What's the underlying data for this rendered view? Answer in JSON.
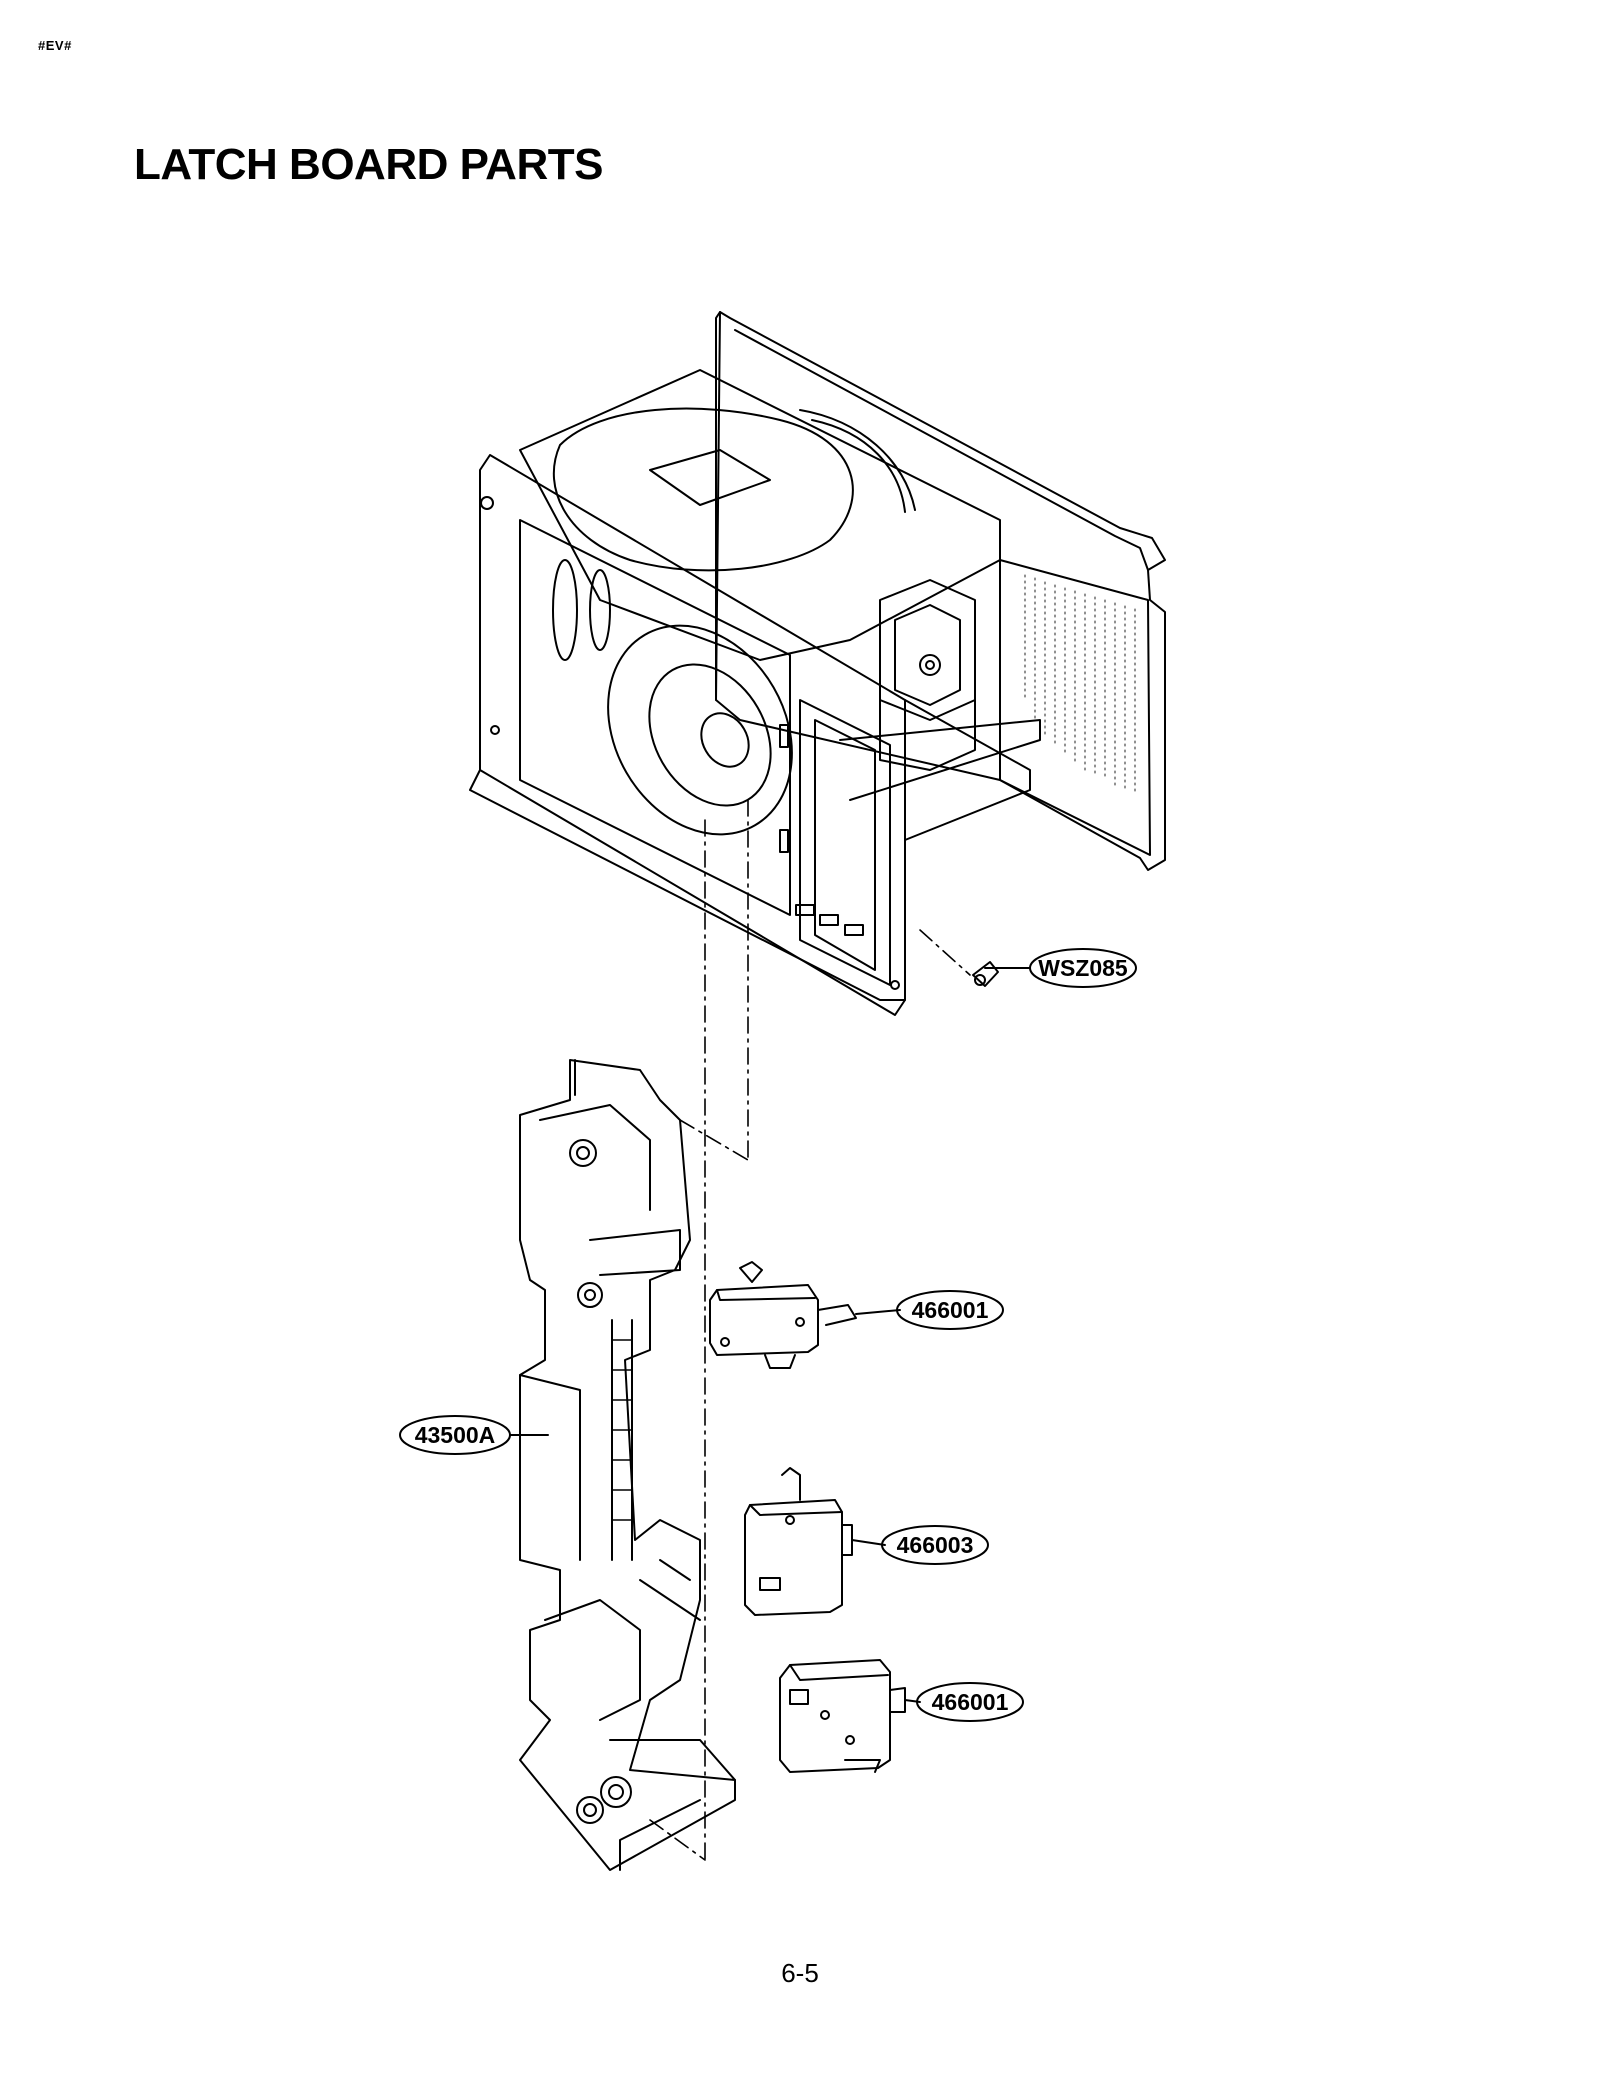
{
  "header": {
    "tag": "#EV#",
    "title": "LATCH BOARD PARTS"
  },
  "callouts": {
    "screw": "WSZ085",
    "switch_top": "466001",
    "latch_board": "43500A",
    "switch_middle": "466003",
    "switch_bottom": "466001"
  },
  "footer": {
    "page_number": "6-5"
  }
}
